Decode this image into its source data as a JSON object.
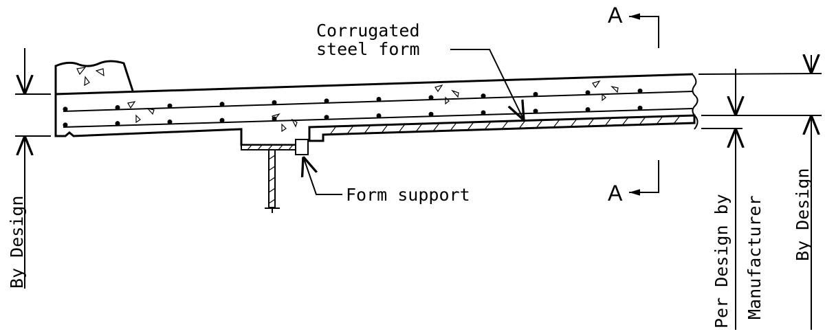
{
  "labels": {
    "corrugated_line1": "Corrugated",
    "corrugated_line2": "steel form",
    "form_support": "Form support",
    "section_top": "A",
    "section_bottom": "A",
    "left_dim": "By Design",
    "right_dim_1_line1": "Per Design by",
    "right_dim_1_line2": "Manufacturer",
    "right_dim_2": "By Design"
  },
  "colors": {
    "line": "#000000",
    "background": "#ffffff"
  }
}
